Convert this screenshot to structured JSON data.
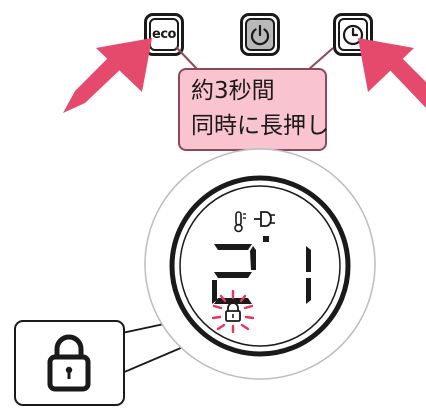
{
  "buttons": [
    {
      "id": "eco",
      "label": "eco",
      "icon": "eco-leaf-icon"
    },
    {
      "id": "power",
      "icon": "power-icon"
    },
    {
      "id": "timer",
      "icon": "clock-icon"
    }
  ],
  "callout": {
    "line1": "約3秒間",
    "line2": "同時に長押し",
    "background": "#f9c3cf"
  },
  "arrows": {
    "color": "#e54a6c"
  },
  "display": {
    "temperature_value": "21",
    "icons": [
      "thermometer-icon",
      "plug-icon",
      "lock-icon"
    ],
    "highlight_color": "#e8355b"
  },
  "zoom": {
    "icon": "lock-icon"
  }
}
